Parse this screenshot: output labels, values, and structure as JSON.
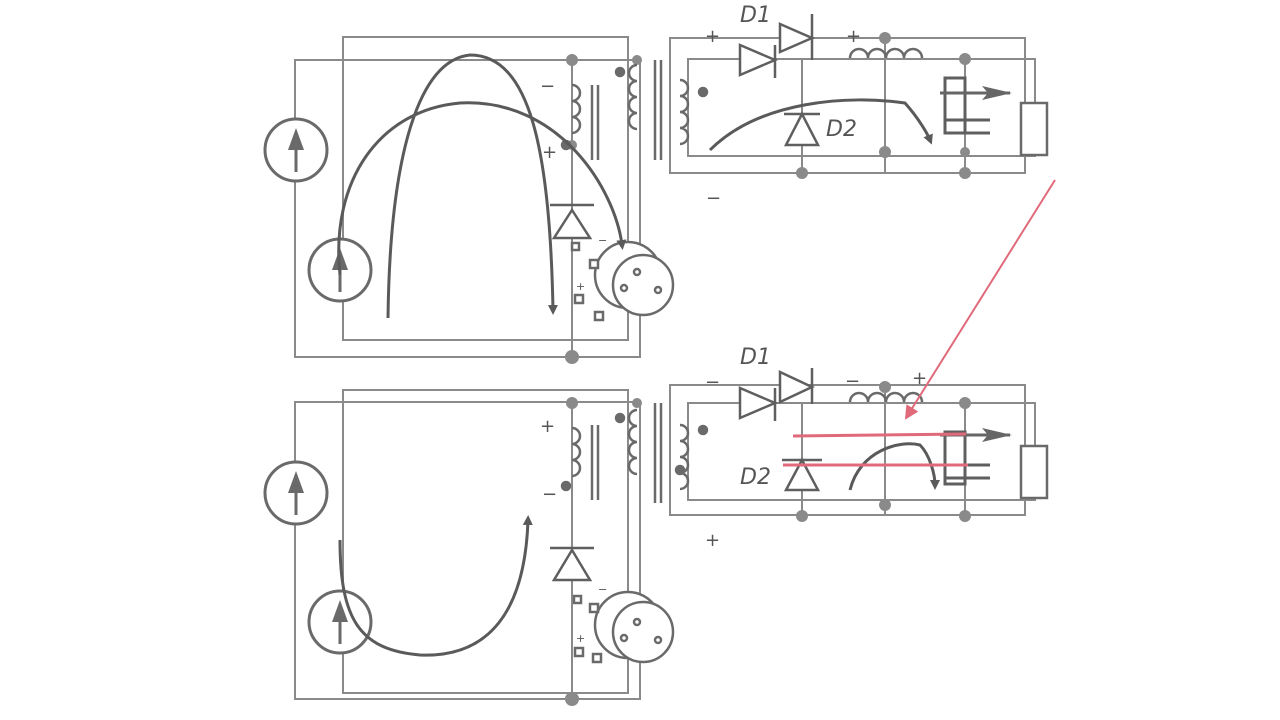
{
  "colors": {
    "wire": "#8a8a8a",
    "component": "#5f5f5f",
    "current_arrow": "#5a5a5a",
    "highlight": "#e06a7a",
    "background": "#ffffff"
  },
  "top_circuit": {
    "diode1_label": "D1",
    "diode2_label": "D2",
    "primary_upper_sign": "−",
    "primary_lower_sign": "+",
    "secondary_upper_sign": "+",
    "secondary_lower_sign": "−",
    "inductor_sign": "+",
    "switch_terminal_a": "−",
    "switch_terminal_b": "+"
  },
  "bottom_circuit": {
    "diode1_label": "D1",
    "diode2_label": "D2",
    "primary_upper_sign": "+",
    "primary_lower_sign": "−",
    "secondary_upper_sign": "−",
    "secondary_lower_sign": "+",
    "inductor_left_sign": "−",
    "inductor_right_sign": "+",
    "switch_terminal_a": "−",
    "switch_terminal_b": "+"
  },
  "icons": [
    "current-source-icon",
    "transformer-icon",
    "diode-icon",
    "inductor-icon",
    "capacitor-icon",
    "load-resistor-icon",
    "transistor-switch-icon",
    "annotation-arrow-icon"
  ]
}
